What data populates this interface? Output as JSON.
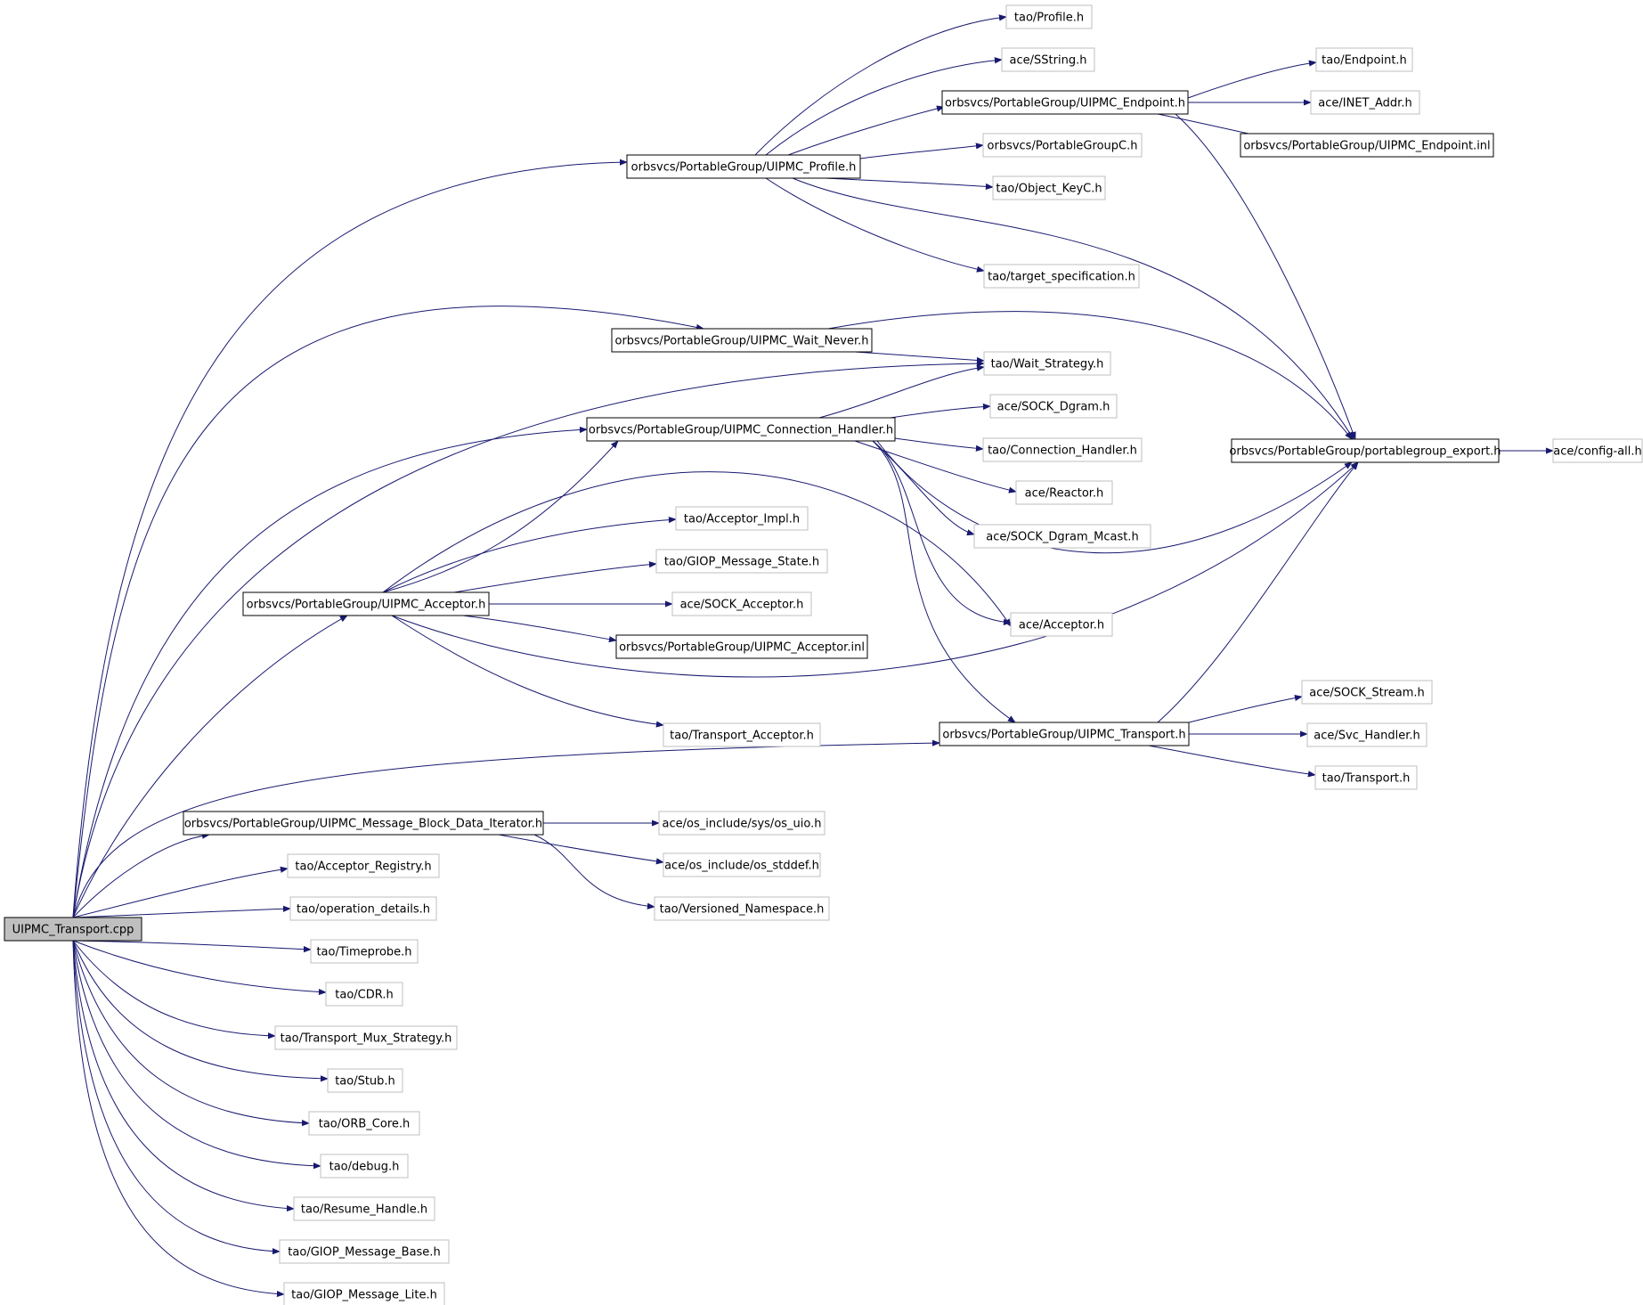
{
  "graph": {
    "nodes": [
      {
        "id": "root",
        "label": "UIPMC_Transport.cpp",
        "style": "root"
      },
      {
        "id": "profile_h",
        "label": "orbsvcs/PortableGroup/UIPMC_Profile.h",
        "style": "documented"
      },
      {
        "id": "wait_never_h",
        "label": "orbsvcs/PortableGroup/UIPMC_Wait_Never.h",
        "style": "documented"
      },
      {
        "id": "conn_handler_h",
        "label": "orbsvcs/PortableGroup/UIPMC_Connection_Handler.h",
        "style": "documented"
      },
      {
        "id": "acceptor_h",
        "label": "orbsvcs/PortableGroup/UIPMC_Acceptor.h",
        "style": "documented"
      },
      {
        "id": "transport_h",
        "label": "orbsvcs/PortableGroup/UIPMC_Transport.h",
        "style": "documented"
      },
      {
        "id": "mbdi_h",
        "label": "orbsvcs/PortableGroup/UIPMC_Message_Block_Data_Iterator.h",
        "style": "documented"
      },
      {
        "id": "endpoint_h",
        "label": "orbsvcs/PortableGroup/UIPMC_Endpoint.h",
        "style": "documented"
      },
      {
        "id": "endpoint_inl",
        "label": "orbsvcs/PortableGroup/UIPMC_Endpoint.inl",
        "style": "documented"
      },
      {
        "id": "pg_export_h",
        "label": "orbsvcs/PortableGroup/portablegroup_export.h",
        "style": "documented"
      },
      {
        "id": "acceptor_inl",
        "label": "orbsvcs/PortableGroup/UIPMC_Acceptor.inl",
        "style": "documented"
      },
      {
        "id": "tao_profile",
        "label": "tao/Profile.h",
        "style": "external"
      },
      {
        "id": "ace_sstring",
        "label": "ace/SString.h",
        "style": "external"
      },
      {
        "id": "tao_endpoint",
        "label": "tao/Endpoint.h",
        "style": "external"
      },
      {
        "id": "ace_inet",
        "label": "ace/INET_Addr.h",
        "style": "external"
      },
      {
        "id": "pg_c_h",
        "label": "orbsvcs/PortableGroupC.h",
        "style": "external"
      },
      {
        "id": "tao_objkey",
        "label": "tao/Object_KeyC.h",
        "style": "external"
      },
      {
        "id": "tao_target",
        "label": "tao/target_specification.h",
        "style": "external"
      },
      {
        "id": "tao_wait",
        "label": "tao/Wait_Strategy.h",
        "style": "external"
      },
      {
        "id": "ace_dgram",
        "label": "ace/SOCK_Dgram.h",
        "style": "external"
      },
      {
        "id": "tao_connh",
        "label": "tao/Connection_Handler.h",
        "style": "external"
      },
      {
        "id": "ace_config",
        "label": "ace/config-all.h",
        "style": "external"
      },
      {
        "id": "ace_reactor",
        "label": "ace/Reactor.h",
        "style": "external"
      },
      {
        "id": "ace_mcast",
        "label": "ace/SOCK_Dgram_Mcast.h",
        "style": "external"
      },
      {
        "id": "tao_acc_impl",
        "label": "tao/Acceptor_Impl.h",
        "style": "external"
      },
      {
        "id": "tao_giop_state",
        "label": "tao/GIOP_Message_State.h",
        "style": "external"
      },
      {
        "id": "ace_sock_acc",
        "label": "ace/SOCK_Acceptor.h",
        "style": "external"
      },
      {
        "id": "ace_acceptor",
        "label": "ace/Acceptor.h",
        "style": "external"
      },
      {
        "id": "ace_stream",
        "label": "ace/SOCK_Stream.h",
        "style": "external"
      },
      {
        "id": "tao_trans_acc",
        "label": "tao/Transport_Acceptor.h",
        "style": "external"
      },
      {
        "id": "ace_svc",
        "label": "ace/Svc_Handler.h",
        "style": "external"
      },
      {
        "id": "tao_transport",
        "label": "tao/Transport.h",
        "style": "external"
      },
      {
        "id": "ace_uio",
        "label": "ace/os_include/sys/os_uio.h",
        "style": "external"
      },
      {
        "id": "ace_stddef",
        "label": "ace/os_include/os_stddef.h",
        "style": "external"
      },
      {
        "id": "tao_vns",
        "label": "tao/Versioned_Namespace.h",
        "style": "external"
      },
      {
        "id": "tao_acc_reg",
        "label": "tao/Acceptor_Registry.h",
        "style": "external"
      },
      {
        "id": "tao_opdet",
        "label": "tao/operation_details.h",
        "style": "external"
      },
      {
        "id": "tao_timeprobe",
        "label": "tao/Timeprobe.h",
        "style": "external"
      },
      {
        "id": "tao_cdr",
        "label": "tao/CDR.h",
        "style": "external"
      },
      {
        "id": "tao_tms",
        "label": "tao/Transport_Mux_Strategy.h",
        "style": "external"
      },
      {
        "id": "tao_stub",
        "label": "tao/Stub.h",
        "style": "external"
      },
      {
        "id": "tao_orbcore",
        "label": "tao/ORB_Core.h",
        "style": "external"
      },
      {
        "id": "tao_debug",
        "label": "tao/debug.h",
        "style": "external"
      },
      {
        "id": "tao_resume",
        "label": "tao/Resume_Handle.h",
        "style": "external"
      },
      {
        "id": "tao_giop_base",
        "label": "tao/GIOP_Message_Base.h",
        "style": "external"
      },
      {
        "id": "tao_giop_lite",
        "label": "tao/GIOP_Message_Lite.h",
        "style": "external"
      }
    ],
    "edges": [
      [
        "root",
        "profile_h"
      ],
      [
        "root",
        "wait_never_h"
      ],
      [
        "root",
        "tao_wait"
      ],
      [
        "root",
        "conn_handler_h"
      ],
      [
        "root",
        "acceptor_h"
      ],
      [
        "root",
        "transport_h"
      ],
      [
        "root",
        "mbdi_h"
      ],
      [
        "root",
        "tao_acc_reg"
      ],
      [
        "root",
        "tao_opdet"
      ],
      [
        "root",
        "tao_timeprobe"
      ],
      [
        "root",
        "tao_cdr"
      ],
      [
        "root",
        "tao_tms"
      ],
      [
        "root",
        "tao_stub"
      ],
      [
        "root",
        "tao_orbcore"
      ],
      [
        "root",
        "tao_debug"
      ],
      [
        "root",
        "tao_resume"
      ],
      [
        "root",
        "tao_giop_base"
      ],
      [
        "root",
        "tao_giop_lite"
      ],
      [
        "profile_h",
        "tao_profile"
      ],
      [
        "profile_h",
        "ace_sstring"
      ],
      [
        "profile_h",
        "endpoint_h"
      ],
      [
        "profile_h",
        "pg_c_h"
      ],
      [
        "profile_h",
        "tao_objkey"
      ],
      [
        "profile_h",
        "tao_target"
      ],
      [
        "profile_h",
        "pg_export_h"
      ],
      [
        "endpoint_h",
        "tao_endpoint"
      ],
      [
        "endpoint_h",
        "ace_inet"
      ],
      [
        "endpoint_h",
        "endpoint_inl"
      ],
      [
        "endpoint_h",
        "pg_export_h"
      ],
      [
        "wait_never_h",
        "tao_wait"
      ],
      [
        "wait_never_h",
        "pg_export_h"
      ],
      [
        "conn_handler_h",
        "tao_wait"
      ],
      [
        "conn_handler_h",
        "ace_dgram"
      ],
      [
        "conn_handler_h",
        "tao_connh"
      ],
      [
        "conn_handler_h",
        "ace_reactor"
      ],
      [
        "conn_handler_h",
        "ace_mcast"
      ],
      [
        "conn_handler_h",
        "ace_acceptor"
      ],
      [
        "conn_handler_h",
        "transport_h"
      ],
      [
        "conn_handler_h",
        "pg_export_h"
      ],
      [
        "pg_export_h",
        "ace_config"
      ],
      [
        "acceptor_h",
        "conn_handler_h"
      ],
      [
        "acceptor_h",
        "tao_acc_impl"
      ],
      [
        "acceptor_h",
        "tao_giop_state"
      ],
      [
        "acceptor_h",
        "ace_sock_acc"
      ],
      [
        "acceptor_h",
        "acceptor_inl"
      ],
      [
        "acceptor_h",
        "tao_trans_acc"
      ],
      [
        "acceptor_h",
        "ace_acceptor"
      ],
      [
        "acceptor_h",
        "pg_export_h"
      ],
      [
        "transport_h",
        "ace_stream"
      ],
      [
        "transport_h",
        "ace_svc"
      ],
      [
        "transport_h",
        "tao_transport"
      ],
      [
        "transport_h",
        "pg_export_h"
      ],
      [
        "mbdi_h",
        "ace_uio"
      ],
      [
        "mbdi_h",
        "ace_stddef"
      ],
      [
        "mbdi_h",
        "tao_vns"
      ]
    ],
    "colors": {
      "edge": "#191970",
      "documented_border": "#000000",
      "external_border": "#bfbfbf",
      "root_fill": "#bfbfbf",
      "node_fill": "#ffffff"
    }
  }
}
